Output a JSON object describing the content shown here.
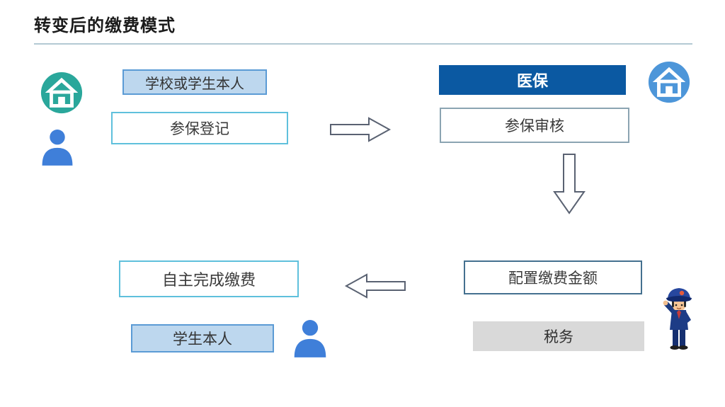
{
  "header": {
    "title": "转变后的缴费模式"
  },
  "nodes": {
    "school_label": "学校或学生本人",
    "register": "参保登记",
    "medical_insurance": "医保",
    "review": "参保审核",
    "configure_amount": "配置缴费金额",
    "tax": "税务",
    "self_pay": "自主完成缴费",
    "student_label": "学生本人"
  },
  "icons": {
    "top_left": "home-icon",
    "top_right": "home-icon",
    "actor_top": "person-icon",
    "actor_bottom": "person-icon",
    "bottom_right": "tax-officer-illustration",
    "flow1": "arrow-right-icon",
    "flow2": "arrow-down-icon",
    "flow3": "arrow-left-icon"
  },
  "colors": {
    "header_fill": "#0B59A2",
    "ribbon_fill": "#BDD7EE",
    "ribbon_border": "#5B9BD5",
    "cyan_border": "#5FC0DC",
    "gray_border": "#8BA4B2",
    "steel_border": "#44708F",
    "tax_fill": "#D9D9D9",
    "teal_icon": "#2AA79B",
    "blue_icon": "#4D96D9",
    "person_blue": "#3F7FD9",
    "arrow_outline": "#5A6272",
    "divider": "#B3C9D4"
  }
}
